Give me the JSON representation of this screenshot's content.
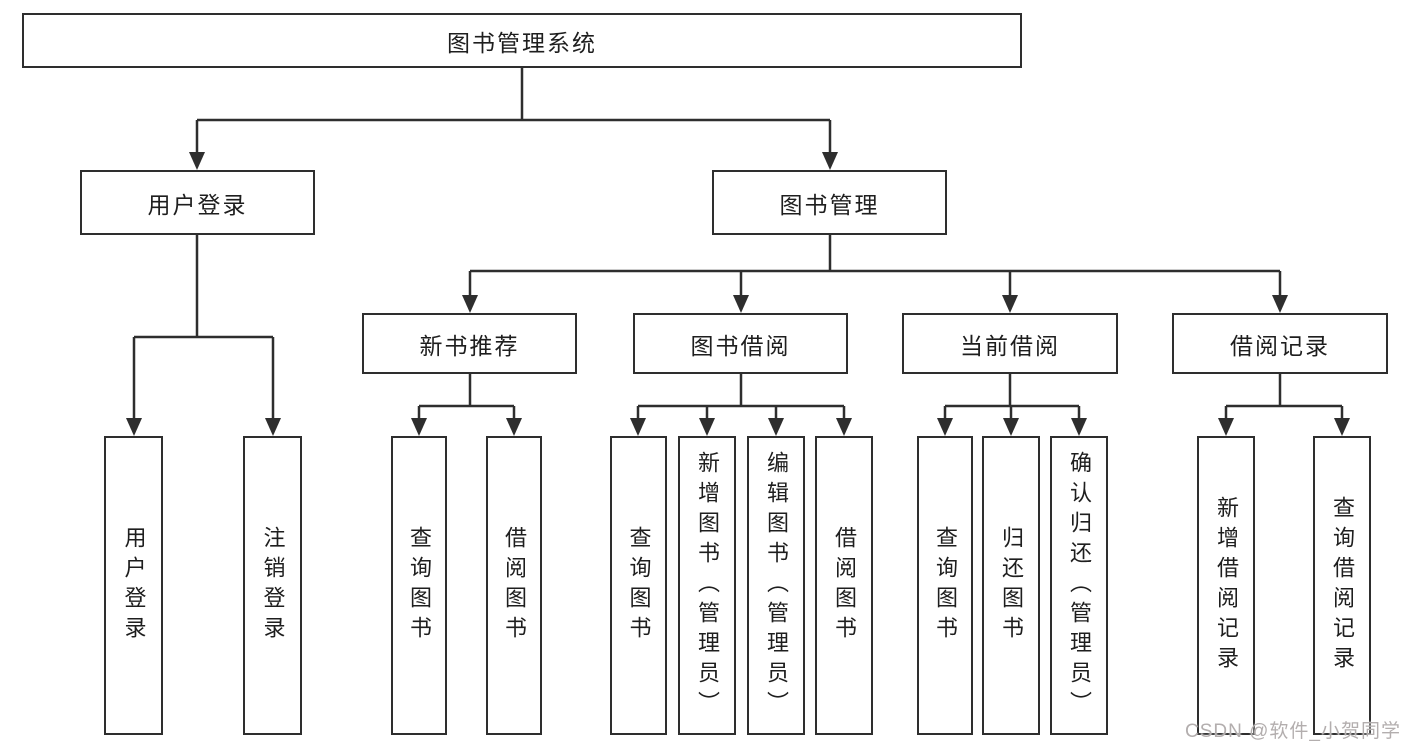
{
  "diagram": {
    "kind": "hierarchy-diagram",
    "system_title": "图书管理系统"
  },
  "tree": {
    "label": "图书管理系统",
    "children": [
      {
        "label": "用户登录",
        "children": [
          {
            "label": "用户登录"
          },
          {
            "label": "注销登录"
          }
        ]
      },
      {
        "label": "图书管理",
        "children": [
          {
            "label": "新书推荐",
            "children": [
              {
                "label": "查询图书"
              },
              {
                "label": "借阅图书"
              }
            ]
          },
          {
            "label": "图书借阅",
            "children": [
              {
                "label": "查询图书"
              },
              {
                "label": "新增图书（管理员）"
              },
              {
                "label": "编辑图书（管理员）"
              },
              {
                "label": "借阅图书"
              }
            ]
          },
          {
            "label": "当前借阅",
            "children": [
              {
                "label": "查询图书"
              },
              {
                "label": "归还图书"
              },
              {
                "label": "确认归还（管理员）"
              }
            ]
          },
          {
            "label": "借阅记录",
            "children": [
              {
                "label": "新增借阅记录"
              },
              {
                "label": "查询借阅记录"
              }
            ]
          }
        ]
      }
    ]
  },
  "watermark": {
    "text": "CSDN @软件_小贺同学"
  },
  "colors": {
    "line": "#2e2e2e",
    "text": "#1e1e1e",
    "background": "#ffffff",
    "watermark": "#b3aeae"
  }
}
